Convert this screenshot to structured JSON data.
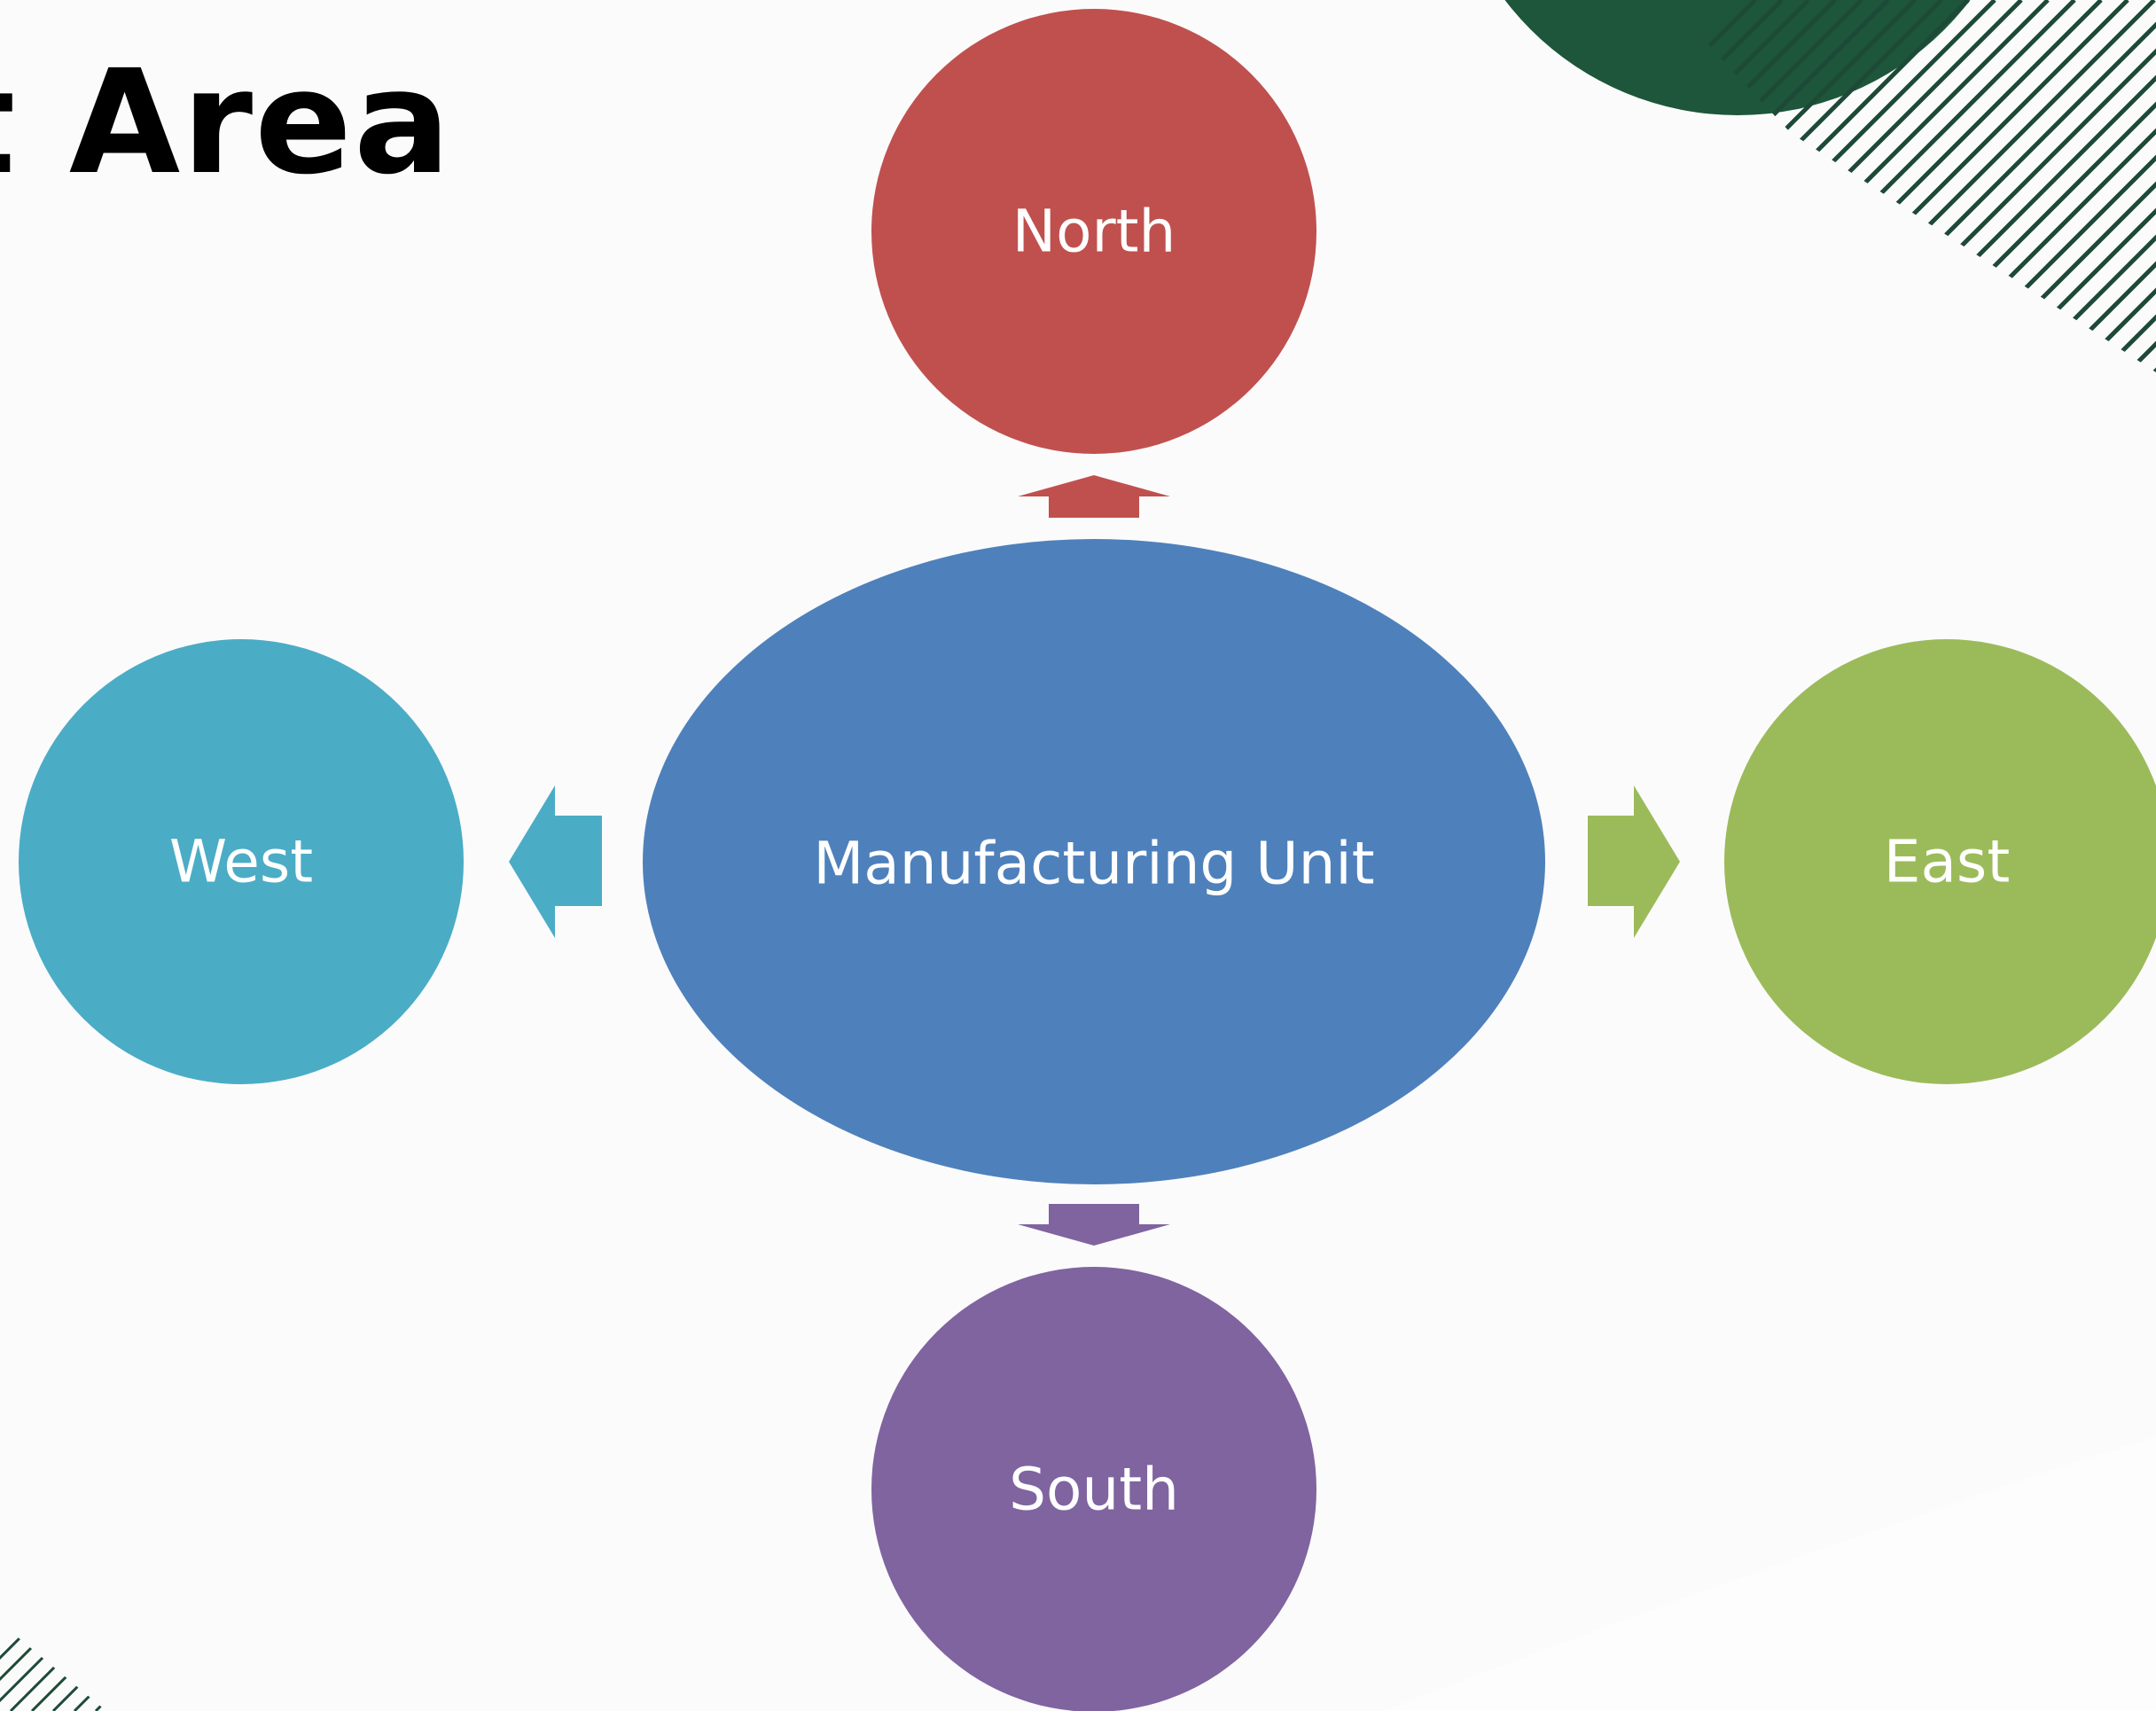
{
  "title": "t Area",
  "diagram": {
    "center": {
      "label": "Manufacturing Unit",
      "color": "#4e81bb"
    },
    "nodes": [
      {
        "id": "north",
        "label": "North",
        "color": "#c0504e"
      },
      {
        "id": "east",
        "label": "East",
        "color": "#9bbb5a"
      },
      {
        "id": "south",
        "label": "South",
        "color": "#7f64a0"
      },
      {
        "id": "west",
        "label": "West",
        "color": "#4bacc6"
      }
    ]
  },
  "decor": {
    "green_circle_color": "#1d563a",
    "stripe_color": "#1d4a37"
  }
}
